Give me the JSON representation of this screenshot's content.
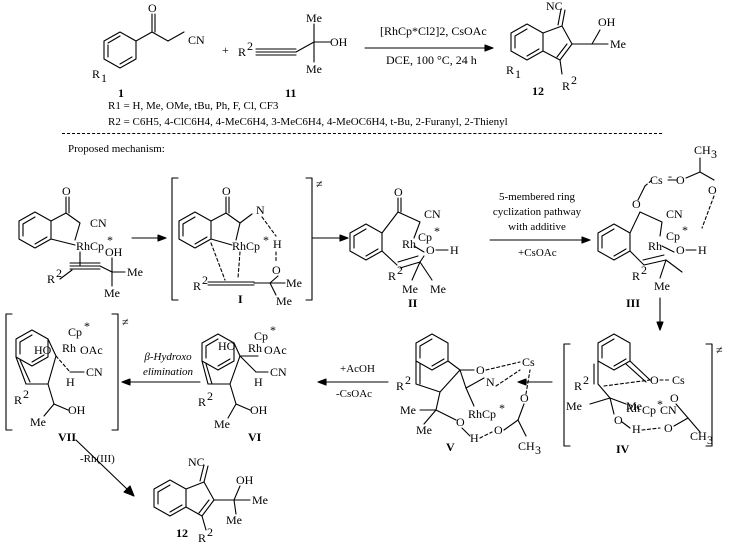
{
  "scheme": {
    "reaction": {
      "cpd1": "1",
      "cpd11": "11",
      "cpd12": "12",
      "reagents": "[RhCp*Cl2]2, CsOAc",
      "conditions": "DCE, 100 °C, 24 h",
      "r1_def": "R1 = H, Me, OMe, tBu, Ph, F, Cl, CF3",
      "r2_def": "R2 = C6H5, 4-ClC6H4, 4-MeC6H4, 3-MeC6H4, 4-MeOC6H4, t-Bu, 2-Furanyl, 2-Thienyl"
    },
    "mechanism_title": "Proposed mechanism:",
    "labels": {
      "I": "I",
      "II": "II",
      "III": "III",
      "IV": "IV",
      "V": "V",
      "VI": "VI",
      "VII": "VII",
      "final": "12"
    },
    "arrows": {
      "ring_cyclization": "5-membered ring cyclization pathway with additive",
      "plus_csoac": "+CsOAc",
      "plus_acoh": "+AcOH",
      "minus_csoac": "-CsOAc",
      "beta_hydroxo": "β-Hydroxo elimination",
      "minus_rh": "-Rh(III)"
    },
    "ts_symbol": "≠"
  }
}
